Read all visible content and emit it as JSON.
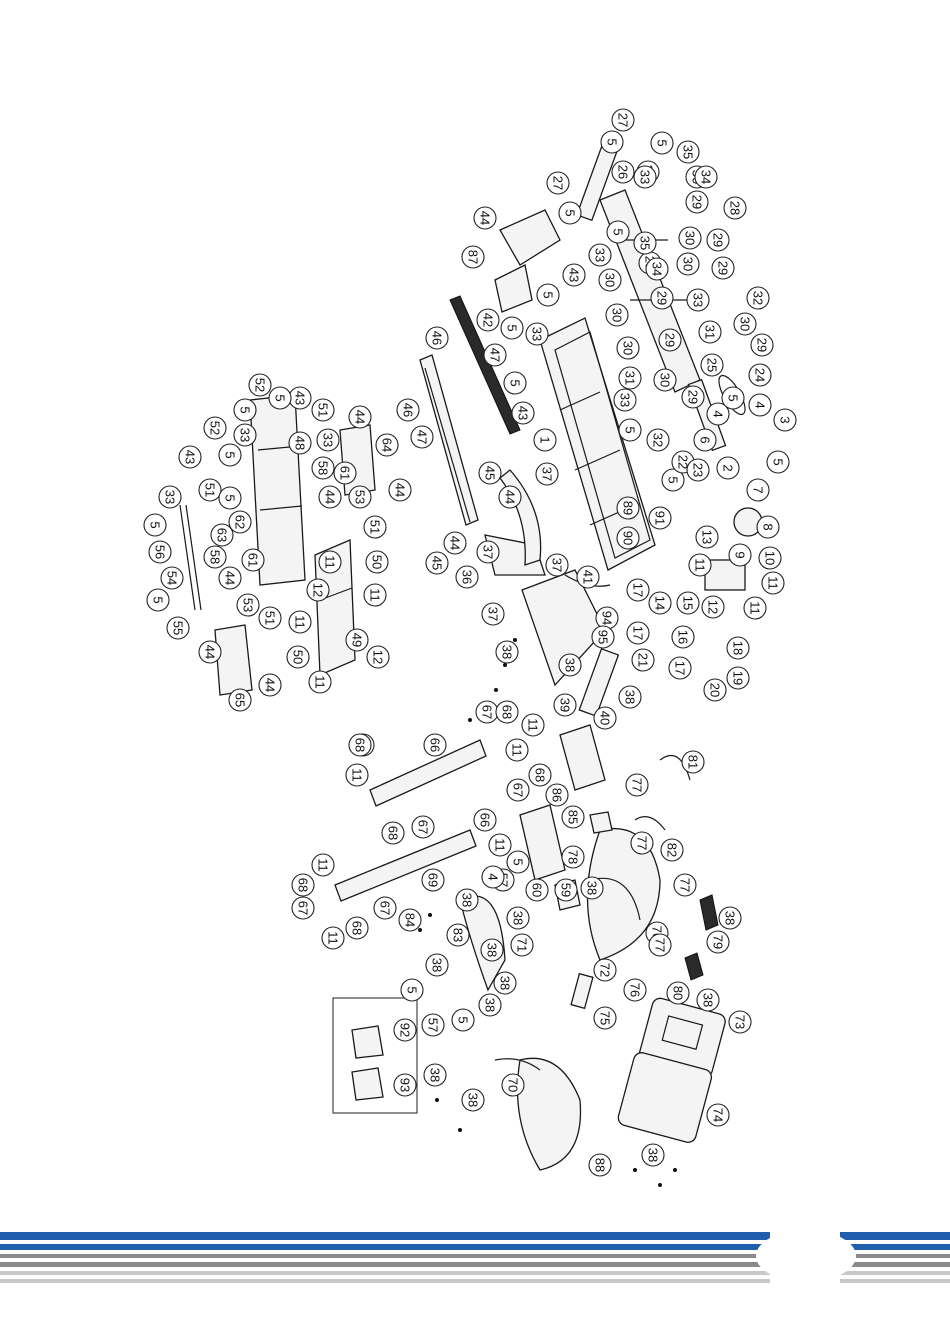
{
  "document": {
    "type": "exploded parts diagram",
    "orientation": "rotated 90 degrees clockwise"
  },
  "callouts": [
    "1",
    "2",
    "3",
    "4",
    "5",
    "6",
    "7",
    "8",
    "9",
    "10",
    "11",
    "12",
    "13",
    "14",
    "15",
    "16",
    "17",
    "18",
    "19",
    "20",
    "21",
    "22",
    "23",
    "24",
    "25",
    "26",
    "27",
    "28",
    "29",
    "30",
    "31",
    "32",
    "33",
    "34",
    "35",
    "36",
    "37",
    "38",
    "39",
    "40",
    "41",
    "42",
    "43",
    "44",
    "45",
    "46",
    "47",
    "48",
    "49",
    "50",
    "51",
    "52",
    "53",
    "54",
    "55",
    "56",
    "57",
    "58",
    "59",
    "60",
    "61",
    "62",
    "63",
    "64",
    "65",
    "66",
    "67",
    "68",
    "69",
    "70",
    "71",
    "72",
    "73",
    "74",
    "75",
    "76",
    "77",
    "78",
    "79",
    "80",
    "81",
    "82",
    "83",
    "84",
    "85",
    "86",
    "87",
    "88",
    "89",
    "90",
    "91",
    "92",
    "93",
    "94",
    "95"
  ],
  "footer": {
    "colors": {
      "blue": "#1f5fae",
      "grey": "#8a8a8a",
      "light_grey": "#c8c8c8"
    }
  }
}
